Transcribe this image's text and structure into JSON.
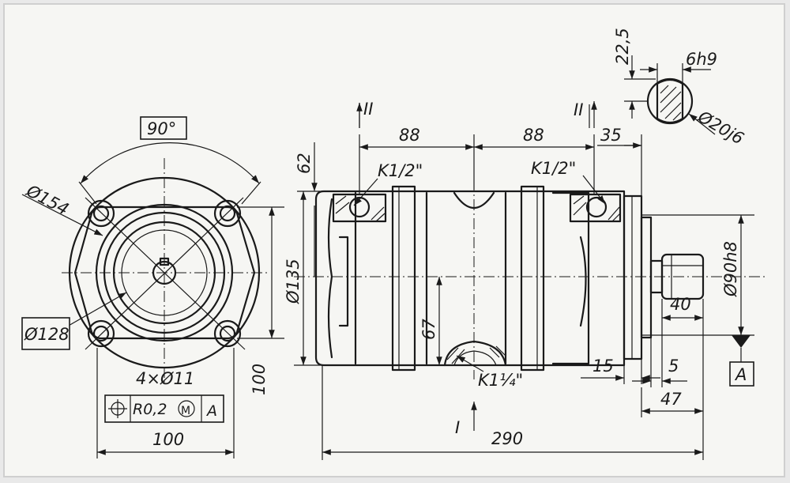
{
  "dimensions": {
    "angle": "90°",
    "pcd": "Ø154",
    "bore": "Ø128",
    "holes": "4×Ø11",
    "width_left": "100",
    "height_left": "100",
    "tolerance": {
      "symbol": "⌖",
      "value": "R0,2",
      "modifier": "M",
      "datum": "A"
    },
    "section_left": "88",
    "section_right": "88",
    "port_left": "K1/2\"",
    "port_right": "K1/2\"",
    "port_bottom": "K1¼\"",
    "dim_62": "62",
    "dim_135": "Ø135",
    "dim_67": "67",
    "dim_15": "15",
    "dim_5": "5",
    "dim_40": "40",
    "dim_47": "47",
    "dim_290": "290",
    "dim_90h8": "Ø90h8",
    "datum_label": "A",
    "dim_22_5": "22,5",
    "dim_6h9": "6h9",
    "dim_20j6": "Ø20j6",
    "dim_35": "35",
    "section_mark_top_left": "II",
    "section_mark_top_right": "II",
    "section_mark_bottom": "I"
  }
}
